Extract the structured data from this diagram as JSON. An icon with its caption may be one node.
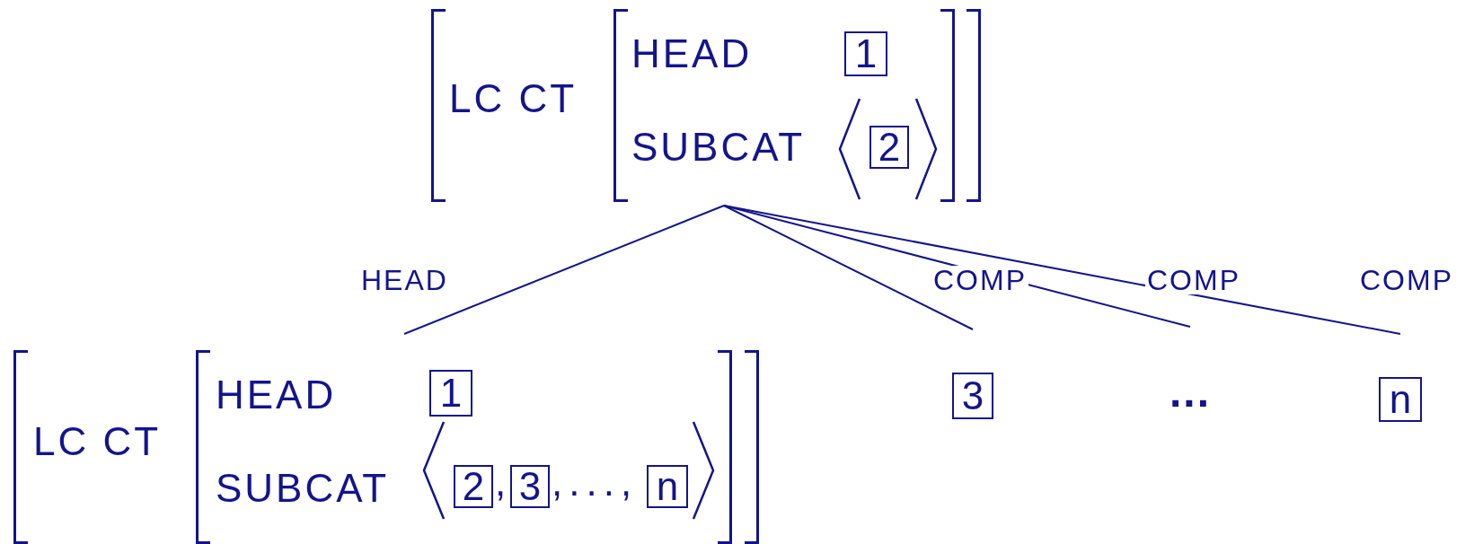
{
  "diagram": {
    "nodes": [
      {
        "text": [
          "LC CT"
        ]
      },
      {
        "text": [
          "HEAD",
          "SUBCAT"
        ],
        "in": 0
      },
      {
        "text": [
          "1"
        ],
        "in": 1
      },
      {
        "text": [
          "2"
        ],
        "in": 1
      },
      {
        "text": [
          "LC CT"
        ]
      },
      {
        "text": [
          "HEAD",
          "SUBCAT"
        ],
        "in": 4
      },
      {
        "text": [
          "1"
        ],
        "in": 5
      },
      {
        "text": [
          "2"
        ],
        "in": 5
      },
      {
        "text": [
          "3"
        ],
        "in": 5
      },
      {
        "text": [
          "n"
        ],
        "in": 5
      },
      {
        "text": [
          "3"
        ]
      },
      {
        "text": [
          "..."
        ]
      },
      {
        "text": [
          "n"
        ]
      }
    ],
    "edges": [
      {
        "from": 0,
        "to": 4,
        "arrow": "none",
        "label": "HEAD"
      },
      {
        "from": 0,
        "to": 10,
        "arrow": "none",
        "label": "COMP"
      },
      {
        "from": 0,
        "to": 11,
        "arrow": "none",
        "label": "COMP"
      },
      {
        "from": 0,
        "to": 12,
        "arrow": "none",
        "label": "COMP"
      }
    ],
    "labels": [
      ",",
      ",...,"
    ]
  }
}
